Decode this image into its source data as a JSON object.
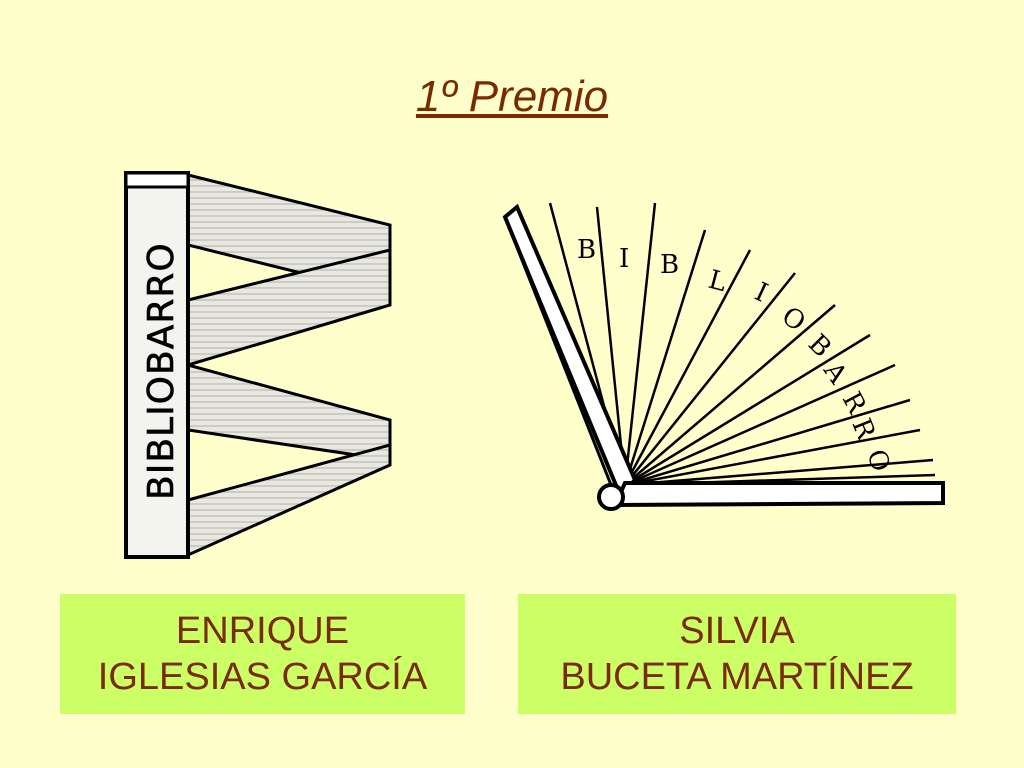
{
  "slide": {
    "title": "1º Premio",
    "entries": [
      {
        "logo_text": "BIBLIOBARRO",
        "logo_icon": "book-spines-logo",
        "first_name": "ENRIQUE",
        "last_name": "IGLESIAS GARCÍA"
      },
      {
        "logo_text": "BIBLIOBARRO",
        "logo_icon": "open-book-fan-logo",
        "first_name": "SILVIA",
        "last_name": "BUCETA MARTÍNEZ"
      }
    ],
    "colors": {
      "background": "#ffffcc",
      "text": "#7a2a00",
      "name_box": "#ccff66"
    }
  }
}
